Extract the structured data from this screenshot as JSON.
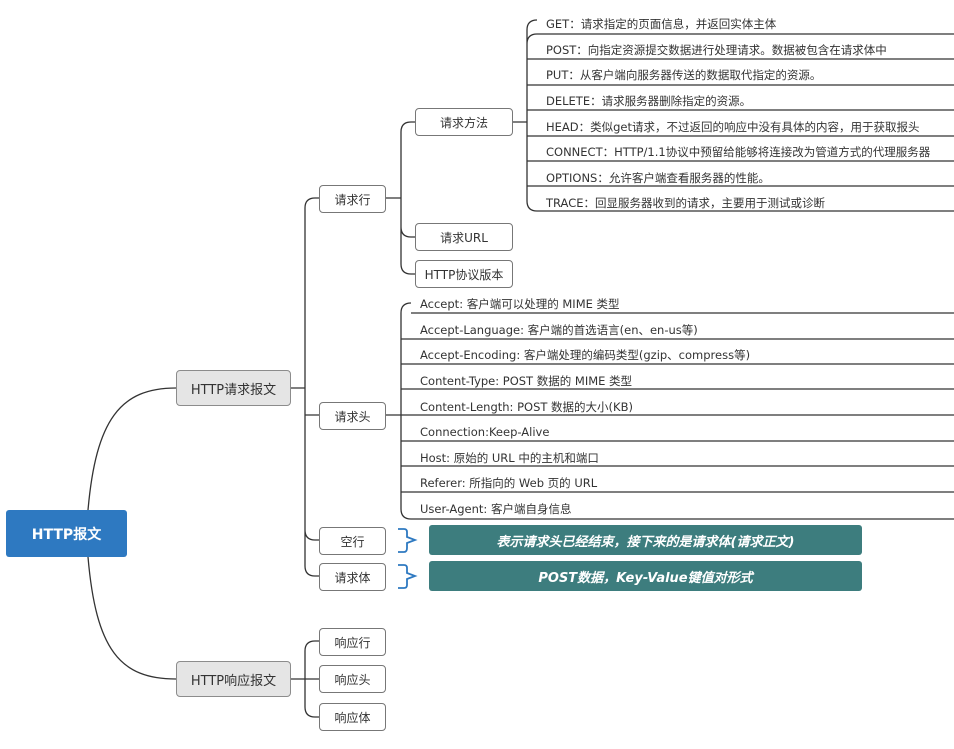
{
  "root": {
    "label": "HTTP报文"
  },
  "request": {
    "label": "HTTP请求报文",
    "request_line": {
      "label": "请求行",
      "methods": {
        "label": "请求方法",
        "items": [
          "GET：请求指定的页面信息，并返回实体主体",
          "POST：向指定资源提交数据进行处理请求。数据被包含在请求体中",
          "PUT：从客户端向服务器传送的数据取代指定的资源。",
          "DELETE：请求服务器删除指定的资源。",
          "HEAD：类似get请求，不过返回的响应中没有具体的内容，用于获取报头",
          "CONNECT：HTTP/1.1协议中预留给能够将连接改为管道方式的代理服务器",
          "OPTIONS：允许客户端查看服务器的性能。",
          "TRACE：回显服务器收到的请求，主要用于测试或诊断"
        ]
      },
      "url": {
        "label": "请求URL"
      },
      "version": {
        "label": "HTTP协议版本"
      }
    },
    "headers": {
      "label": "请求头",
      "items": [
        "Accept: 客户端可以处理的 MIME 类型",
        "Accept-Language: 客户端的首选语言(en、en-us等)",
        "Accept-Encoding: 客户端处理的编码类型(gzip、compress等)",
        "Content-Type: POST 数据的 MIME 类型",
        "Content-Length: POST 数据的大小(KB)",
        " Connection:Keep-Alive",
        "Host: 原始的 URL 中的主机和端口",
        "Referer: 所指向的 Web 页的 URL",
        "User-Agent: 客户端自身信息"
      ]
    },
    "blank_line": {
      "label": "空行",
      "note": "表示请求头已经结束，接下来的是请求体(请求正文)"
    },
    "body": {
      "label": "请求体",
      "note": "POST数据，Key-Value键值对形式"
    }
  },
  "response": {
    "label": "HTTP响应报文",
    "items": [
      "响应行",
      "响应头",
      "响应体"
    ]
  },
  "colors": {
    "root": "#2e79c1",
    "level1_fill": "#e5e5e5",
    "note_fill": "#3d7d7e",
    "bracket": "#2e79c1",
    "line": "#333333"
  }
}
